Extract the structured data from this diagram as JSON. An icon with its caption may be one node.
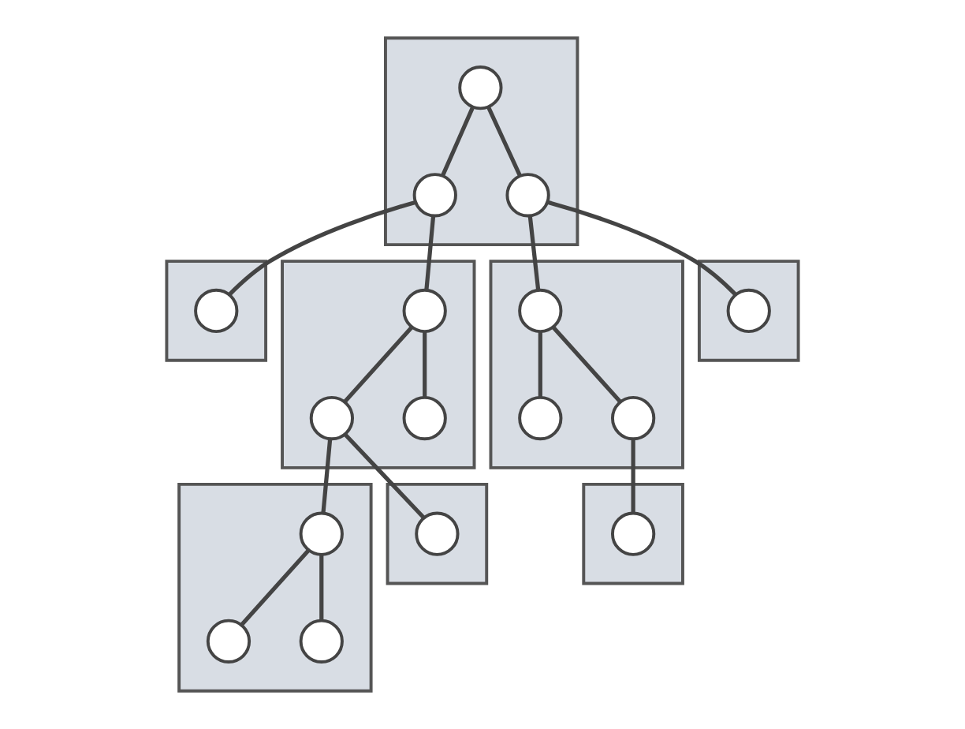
{
  "diagram": {
    "nodes": [
      {
        "text": [],
        "shape": "box"
      },
      {
        "text": [],
        "shape": "circle",
        "in": 0
      },
      {
        "text": [],
        "shape": "circle",
        "in": 0
      },
      {
        "text": [],
        "shape": "circle",
        "in": 0
      },
      {
        "text": [],
        "shape": "box"
      },
      {
        "text": [],
        "shape": "circle",
        "in": 4
      },
      {
        "text": [],
        "shape": "box"
      },
      {
        "text": [],
        "shape": "circle",
        "in": 6
      },
      {
        "text": [],
        "shape": "circle",
        "in": 6
      },
      {
        "text": [],
        "shape": "circle",
        "in": 6
      },
      {
        "text": [],
        "shape": "box"
      },
      {
        "text": [],
        "shape": "circle",
        "in": 10
      },
      {
        "text": [],
        "shape": "circle",
        "in": 10
      },
      {
        "text": [],
        "shape": "circle",
        "in": 10
      },
      {
        "text": [],
        "shape": "box"
      },
      {
        "text": [],
        "shape": "circle",
        "in": 14
      },
      {
        "text": [],
        "shape": "box"
      },
      {
        "text": [],
        "shape": "circle",
        "in": 16
      },
      {
        "text": [],
        "shape": "circle",
        "in": 16
      },
      {
        "text": [],
        "shape": "circle",
        "in": 16
      },
      {
        "text": [],
        "shape": "box"
      },
      {
        "text": [],
        "shape": "circle",
        "in": 20
      },
      {
        "text": [],
        "shape": "box"
      },
      {
        "text": [],
        "shape": "circle",
        "in": 22
      }
    ],
    "edges": [
      {
        "from": 1,
        "to": 2,
        "arrow": "none"
      },
      {
        "from": 1,
        "to": 3,
        "arrow": "none"
      },
      {
        "from": 2,
        "to": 5,
        "arrow": "none"
      },
      {
        "from": 2,
        "to": 7,
        "arrow": "none"
      },
      {
        "from": 3,
        "to": 11,
        "arrow": "none"
      },
      {
        "from": 3,
        "to": 15,
        "arrow": "none"
      },
      {
        "from": 7,
        "to": 8,
        "arrow": "none"
      },
      {
        "from": 7,
        "to": 9,
        "arrow": "none"
      },
      {
        "from": 11,
        "to": 12,
        "arrow": "none"
      },
      {
        "from": 11,
        "to": 13,
        "arrow": "none"
      },
      {
        "from": 8,
        "to": 17,
        "arrow": "none"
      },
      {
        "from": 8,
        "to": 21,
        "arrow": "none"
      },
      {
        "from": 13,
        "to": 23,
        "arrow": "none"
      },
      {
        "from": 17,
        "to": 18,
        "arrow": "none"
      },
      {
        "from": 17,
        "to": 19,
        "arrow": "none"
      }
    ]
  }
}
